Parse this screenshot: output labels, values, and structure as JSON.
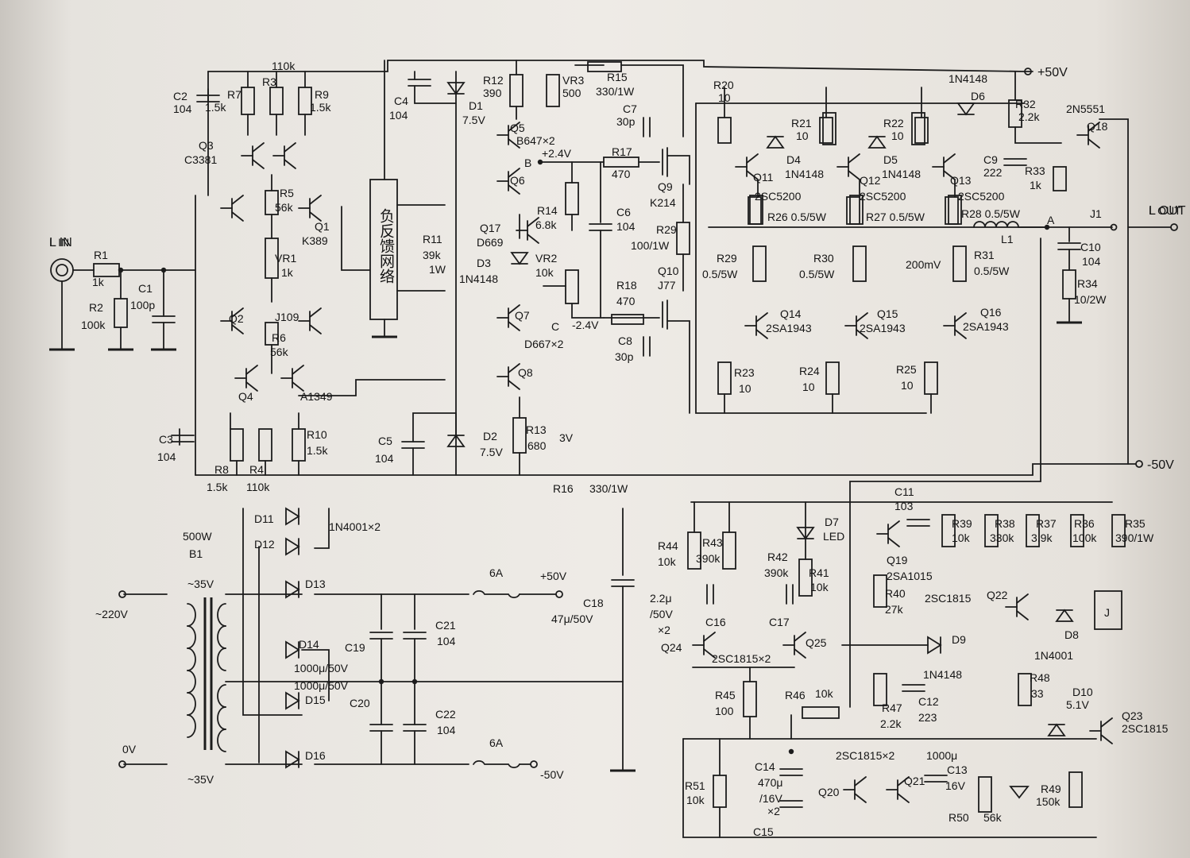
{
  "diagram": {
    "rails": {
      "pos": "+50V",
      "neg": "-50V"
    },
    "io": {
      "input": "L IN",
      "output": "L OUT"
    },
    "block": {
      "nfb": "负反馈网络"
    },
    "labels": [
      {
        "id": "l1",
        "t": "110k"
      },
      {
        "id": "l2",
        "t": "R3"
      },
      {
        "id": "l3",
        "t": "R7"
      },
      {
        "id": "l4",
        "t": "1.5k"
      },
      {
        "id": "l5",
        "t": "R9"
      },
      {
        "id": "l6",
        "t": "1.5k"
      },
      {
        "id": "l7",
        "t": "C2"
      },
      {
        "id": "l8",
        "t": "104"
      },
      {
        "id": "l9",
        "t": "Q3"
      },
      {
        "id": "l10",
        "t": "C3381"
      },
      {
        "id": "l11",
        "t": "R5"
      },
      {
        "id": "l12",
        "t": "56k"
      },
      {
        "id": "l13",
        "t": "Q1"
      },
      {
        "id": "l14",
        "t": "K389"
      },
      {
        "id": "l15",
        "t": "VR1"
      },
      {
        "id": "l16",
        "t": "1k"
      },
      {
        "id": "l17",
        "t": "L IN"
      },
      {
        "id": "l18",
        "t": "R1"
      },
      {
        "id": "l19",
        "t": "1k"
      },
      {
        "id": "l20",
        "t": "C1"
      },
      {
        "id": "l21",
        "t": "100p"
      },
      {
        "id": "l22",
        "t": "R2"
      },
      {
        "id": "l23",
        "t": "100k"
      },
      {
        "id": "l24",
        "t": "Q2"
      },
      {
        "id": "l25",
        "t": "J109"
      },
      {
        "id": "l26",
        "t": "R6"
      },
      {
        "id": "l27",
        "t": "56k"
      },
      {
        "id": "l28",
        "t": "Q4"
      },
      {
        "id": "l29",
        "t": "A1349"
      },
      {
        "id": "l30",
        "t": "C3"
      },
      {
        "id": "l31",
        "t": "104"
      },
      {
        "id": "l32",
        "t": "R8"
      },
      {
        "id": "l33",
        "t": "1.5k"
      },
      {
        "id": "l34",
        "t": "R4"
      },
      {
        "id": "l35",
        "t": "110k"
      },
      {
        "id": "l36",
        "t": "R10"
      },
      {
        "id": "l37",
        "t": "1.5k"
      },
      {
        "id": "l38",
        "t": "C4"
      },
      {
        "id": "l39",
        "t": "104"
      },
      {
        "id": "l40",
        "t": "D1"
      },
      {
        "id": "l41",
        "t": "7.5V"
      },
      {
        "id": "l42",
        "t": "R12"
      },
      {
        "id": "l43",
        "t": "390"
      },
      {
        "id": "l44",
        "t": "VR3"
      },
      {
        "id": "l45",
        "t": "500"
      },
      {
        "id": "l46",
        "t": "R15"
      },
      {
        "id": "l47",
        "t": "330/1W"
      },
      {
        "id": "l48",
        "t": "Q5"
      },
      {
        "id": "l49",
        "t": "B647×2"
      },
      {
        "id": "l50",
        "t": "+2.4V"
      },
      {
        "id": "l51",
        "t": "B"
      },
      {
        "id": "l52",
        "t": "C7"
      },
      {
        "id": "l53",
        "t": "30p"
      },
      {
        "id": "l54",
        "t": "R17"
      },
      {
        "id": "l55",
        "t": "470"
      },
      {
        "id": "l56",
        "t": "Q9"
      },
      {
        "id": "l57",
        "t": "K214"
      },
      {
        "id": "l58",
        "t": "Q6"
      },
      {
        "id": "l59",
        "t": "R14"
      },
      {
        "id": "l60",
        "t": "6.8k"
      },
      {
        "id": "l61",
        "t": "C6"
      },
      {
        "id": "l62",
        "t": "104"
      },
      {
        "id": "l63",
        "t": "R29"
      },
      {
        "id": "l64",
        "t": "100/1W"
      },
      {
        "id": "l65",
        "t": "R11"
      },
      {
        "id": "l66",
        "t": "39k"
      },
      {
        "id": "l67",
        "t": "1W"
      },
      {
        "id": "l68",
        "t": "Q17"
      },
      {
        "id": "l69",
        "t": "D669"
      },
      {
        "id": "l70",
        "t": "D3"
      },
      {
        "id": "l71",
        "t": "1N4148"
      },
      {
        "id": "l72",
        "t": "VR2"
      },
      {
        "id": "l73",
        "t": "10k"
      },
      {
        "id": "l74",
        "t": "Q10"
      },
      {
        "id": "l75",
        "t": "J77"
      },
      {
        "id": "l76",
        "t": "R18"
      },
      {
        "id": "l77",
        "t": "470"
      },
      {
        "id": "l78",
        "t": "Q7"
      },
      {
        "id": "l79",
        "t": "C"
      },
      {
        "id": "l80",
        "t": "-2.4V"
      },
      {
        "id": "l81",
        "t": "D667×2"
      },
      {
        "id": "l82",
        "t": "C8"
      },
      {
        "id": "l83",
        "t": "30p"
      },
      {
        "id": "l84",
        "t": "Q8"
      },
      {
        "id": "l85",
        "t": "C5"
      },
      {
        "id": "l86",
        "t": "104"
      },
      {
        "id": "l87",
        "t": "D2"
      },
      {
        "id": "l88",
        "t": "7.5V"
      },
      {
        "id": "l89",
        "t": "R13"
      },
      {
        "id": "l90",
        "t": "680"
      },
      {
        "id": "l91",
        "t": "3V"
      },
      {
        "id": "l92",
        "t": "R16"
      },
      {
        "id": "l93",
        "t": "330/1W"
      },
      {
        "id": "l94",
        "t": "R20"
      },
      {
        "id": "l95",
        "t": "10"
      },
      {
        "id": "l96",
        "t": "R21"
      },
      {
        "id": "l97",
        "t": "10"
      },
      {
        "id": "l98",
        "t": "D4"
      },
      {
        "id": "l99",
        "t": "1N4148"
      },
      {
        "id": "l100",
        "t": "R22"
      },
      {
        "id": "l101",
        "t": "10"
      },
      {
        "id": "l102",
        "t": "D5"
      },
      {
        "id": "l103",
        "t": "1N4148"
      },
      {
        "id": "l104",
        "t": "1N4148"
      },
      {
        "id": "l105",
        "t": "D6"
      },
      {
        "id": "l106",
        "t": "R32"
      },
      {
        "id": "l107",
        "t": "2.2k"
      },
      {
        "id": "l108",
        "t": "2N5551"
      },
      {
        "id": "l109",
        "t": "Q18"
      },
      {
        "id": "l110",
        "t": "Q11"
      },
      {
        "id": "l111",
        "t": "Q12"
      },
      {
        "id": "l112",
        "t": "Q13"
      },
      {
        "id": "l113",
        "t": "C9"
      },
      {
        "id": "l114",
        "t": "222"
      },
      {
        "id": "l115",
        "t": "R33"
      },
      {
        "id": "l116",
        "t": "1k"
      },
      {
        "id": "l117",
        "t": "2SC5200"
      },
      {
        "id": "l118",
        "t": "2SC5200"
      },
      {
        "id": "l119",
        "t": "2SC5200"
      },
      {
        "id": "l120",
        "t": "R26 0.5/5W"
      },
      {
        "id": "l121",
        "t": "R27 0.5/5W"
      },
      {
        "id": "l122",
        "t": "R28 0.5/5W"
      },
      {
        "id": "l123",
        "t": "A"
      },
      {
        "id": "l124",
        "t": "J1"
      },
      {
        "id": "l125",
        "t": "L OUT"
      },
      {
        "id": "l126",
        "t": "L1"
      },
      {
        "id": "l127",
        "t": "C10"
      },
      {
        "id": "l128",
        "t": "104"
      },
      {
        "id": "l129",
        "t": "R34"
      },
      {
        "id": "l130",
        "t": "10/2W"
      },
      {
        "id": "l131",
        "t": "R29"
      },
      {
        "id": "l132",
        "t": "0.5/5W"
      },
      {
        "id": "l133",
        "t": "R30"
      },
      {
        "id": "l134",
        "t": "0.5/5W"
      },
      {
        "id": "l135",
        "t": "200mV"
      },
      {
        "id": "l136",
        "t": "R31"
      },
      {
        "id": "l137",
        "t": "0.5/5W"
      },
      {
        "id": "l138",
        "t": "Q14"
      },
      {
        "id": "l139",
        "t": "2SA1943"
      },
      {
        "id": "l140",
        "t": "Q15"
      },
      {
        "id": "l141",
        "t": "2SA1943"
      },
      {
        "id": "l142",
        "t": "Q16"
      },
      {
        "id": "l143",
        "t": "2SA1943"
      },
      {
        "id": "l144",
        "t": "R23"
      },
      {
        "id": "l145",
        "t": "10"
      },
      {
        "id": "l146",
        "t": "R24"
      },
      {
        "id": "l147",
        "t": "10"
      },
      {
        "id": "l148",
        "t": "R25"
      },
      {
        "id": "l149",
        "t": "10"
      },
      {
        "id": "l150",
        "t": "D11"
      },
      {
        "id": "l151",
        "t": "1N4001×2"
      },
      {
        "id": "l152",
        "t": "D12"
      },
      {
        "id": "l153",
        "t": "500W"
      },
      {
        "id": "l154",
        "t": "B1"
      },
      {
        "id": "l155",
        "t": "~35V"
      },
      {
        "id": "l156",
        "t": "D13"
      },
      {
        "id": "l157",
        "t": "~220V"
      },
      {
        "id": "l158",
        "t": "D14"
      },
      {
        "id": "l159",
        "t": "C19"
      },
      {
        "id": "l160",
        "t": "1000μ/50V"
      },
      {
        "id": "l161",
        "t": "1000μ/50V"
      },
      {
        "id": "l162",
        "t": "C20"
      },
      {
        "id": "l163",
        "t": "C21"
      },
      {
        "id": "l164",
        "t": "104"
      },
      {
        "id": "l165",
        "t": "C22"
      },
      {
        "id": "l166",
        "t": "104"
      },
      {
        "id": "l167",
        "t": "D15"
      },
      {
        "id": "l168",
        "t": "D16"
      },
      {
        "id": "l169",
        "t": "0V"
      },
      {
        "id": "l170",
        "t": "~35V"
      },
      {
        "id": "l171",
        "t": "6A"
      },
      {
        "id": "l172",
        "t": "+50V"
      },
      {
        "id": "l173",
        "t": "6A"
      },
      {
        "id": "l174",
        "t": "-50V"
      },
      {
        "id": "l175",
        "t": "C18"
      },
      {
        "id": "l176",
        "t": "47μ/50V"
      },
      {
        "id": "l177",
        "t": "R44"
      },
      {
        "id": "l178",
        "t": "10k"
      },
      {
        "id": "l179",
        "t": "R43"
      },
      {
        "id": "l180",
        "t": "390k"
      },
      {
        "id": "l181",
        "t": "R42"
      },
      {
        "id": "l182",
        "t": "390k"
      },
      {
        "id": "l183",
        "t": "D7"
      },
      {
        "id": "l184",
        "t": "LED"
      },
      {
        "id": "l185",
        "t": "R41"
      },
      {
        "id": "l186",
        "t": "10k"
      },
      {
        "id": "l187",
        "t": "2.2μ"
      },
      {
        "id": "l188",
        "t": "/50V"
      },
      {
        "id": "l189",
        "t": "×2"
      },
      {
        "id": "l190",
        "t": "C16"
      },
      {
        "id": "l191",
        "t": "C17"
      },
      {
        "id": "l192",
        "t": "Q24"
      },
      {
        "id": "l193",
        "t": "2SC1815×2"
      },
      {
        "id": "l194",
        "t": "Q25"
      },
      {
        "id": "l195",
        "t": "R45"
      },
      {
        "id": "l196",
        "t": "100"
      },
      {
        "id": "l197",
        "t": "R46"
      },
      {
        "id": "l198",
        "t": "10k"
      },
      {
        "id": "l199",
        "t": "C11"
      },
      {
        "id": "l200",
        "t": "103"
      },
      {
        "id": "l201",
        "t": "R39"
      },
      {
        "id": "l202",
        "t": "10k"
      },
      {
        "id": "l203",
        "t": "R38"
      },
      {
        "id": "l204",
        "t": "330k"
      },
      {
        "id": "l205",
        "t": "R37"
      },
      {
        "id": "l206",
        "t": "3.9k"
      },
      {
        "id": "l207",
        "t": "R36"
      },
      {
        "id": "l208",
        "t": "100k"
      },
      {
        "id": "l209",
        "t": "R35"
      },
      {
        "id": "l210",
        "t": "390/1W"
      },
      {
        "id": "l211",
        "t": "Q19"
      },
      {
        "id": "l212",
        "t": "2SA1015"
      },
      {
        "id": "l213",
        "t": "R40"
      },
      {
        "id": "l214",
        "t": "27k"
      },
      {
        "id": "l215",
        "t": "2SC1815"
      },
      {
        "id": "l216",
        "t": "Q22"
      },
      {
        "id": "l217",
        "t": "J"
      },
      {
        "id": "l218",
        "t": "D8"
      },
      {
        "id": "l219",
        "t": "1N4001"
      },
      {
        "id": "l220",
        "t": "D9"
      },
      {
        "id": "l221",
        "t": "1N4148"
      },
      {
        "id": "l222",
        "t": "R47"
      },
      {
        "id": "l223",
        "t": "2.2k"
      },
      {
        "id": "l224",
        "t": "C12"
      },
      {
        "id": "l225",
        "t": "223"
      },
      {
        "id": "l226",
        "t": "R48"
      },
      {
        "id": "l227",
        "t": "33"
      },
      {
        "id": "l228",
        "t": "D10"
      },
      {
        "id": "l229",
        "t": "5.1V"
      },
      {
        "id": "l230",
        "t": "Q23"
      },
      {
        "id": "l231",
        "t": "2SC1815"
      },
      {
        "id": "l232",
        "t": "R51"
      },
      {
        "id": "l233",
        "t": "10k"
      },
      {
        "id": "l234",
        "t": "C14"
      },
      {
        "id": "l235",
        "t": "470μ"
      },
      {
        "id": "l236",
        "t": "/16V"
      },
      {
        "id": "l237",
        "t": "×2"
      },
      {
        "id": "l238",
        "t": "C15"
      },
      {
        "id": "l239",
        "t": "2SC1815×2"
      },
      {
        "id": "l240",
        "t": "1000μ"
      },
      {
        "id": "l241",
        "t": "C13"
      },
      {
        "id": "l242",
        "t": "16V"
      },
      {
        "id": "l243",
        "t": "Q20"
      },
      {
        "id": "l244",
        "t": "Q21"
      },
      {
        "id": "l245",
        "t": "R50"
      },
      {
        "id": "l246",
        "t": "56k"
      },
      {
        "id": "l247",
        "t": "R49"
      },
      {
        "id": "l248",
        "t": "150k"
      }
    ]
  }
}
